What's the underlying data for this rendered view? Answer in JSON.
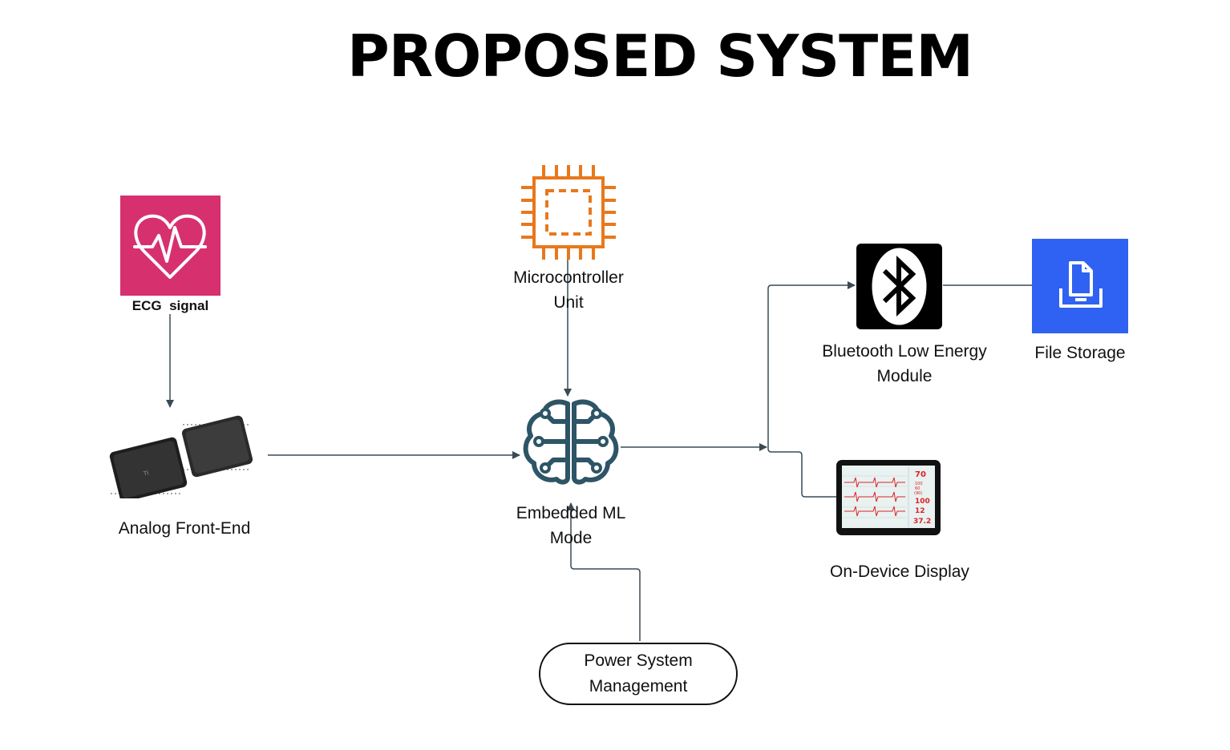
{
  "title": "PROPOSED SYSTEM",
  "nodes": {
    "ecg": {
      "label": "ECG  signal",
      "icon": "heart-pulse-icon",
      "color": "#d6306f"
    },
    "afe": {
      "label": "Analog Front-End",
      "icon": "ic-chips-icon"
    },
    "mcu": {
      "label_line1": "Microcontroller",
      "label_line2": "Unit",
      "icon": "cpu-chip-icon",
      "color": "#e8781c"
    },
    "ml": {
      "label_line1": "Embedded ML",
      "label_line2": "Mode",
      "icon": "brain-circuit-icon",
      "color": "#2d5566"
    },
    "ble": {
      "label_line1": "Bluetooth Low Energy",
      "label_line2": "Module",
      "icon": "bluetooth-icon"
    },
    "storage": {
      "label": "File Storage",
      "icon": "file-tray-icon",
      "color": "#2f62f2"
    },
    "display": {
      "label": "On-Device Display",
      "icon": "vital-monitor-icon"
    },
    "power": {
      "label_line1": "Power System",
      "label_line2": "Management"
    }
  },
  "monitor_readings": [
    "70",
    "100",
    "60",
    "(90)",
    "100",
    "12",
    "37.2"
  ]
}
